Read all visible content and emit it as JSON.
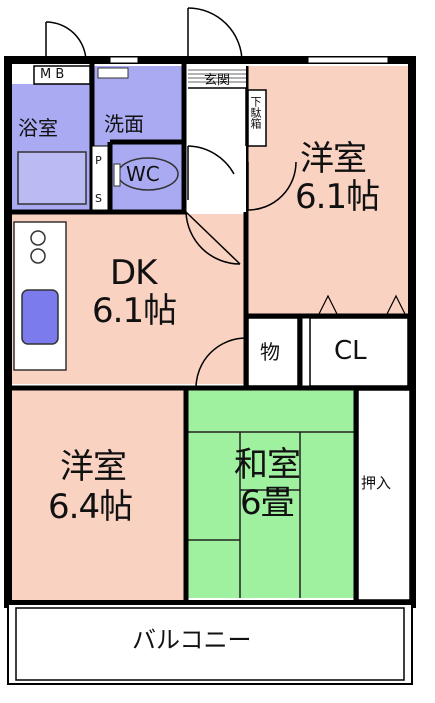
{
  "rooms": {
    "western_top": {
      "name": "洋室",
      "size": "6.1帖"
    },
    "dk": {
      "name": "DK",
      "size": "6.1帖"
    },
    "western_left": {
      "name": "洋室",
      "size": "6.4帖"
    },
    "japanese": {
      "name": "和室",
      "size": "6畳"
    },
    "bath": {
      "name": "浴室"
    },
    "washroom": {
      "name": "洗面"
    },
    "wc": {
      "name": "WC"
    },
    "entrance": {
      "name": "玄関"
    },
    "shoe_box": {
      "name": "下駄箱"
    },
    "storage": {
      "name": "物"
    },
    "closet": {
      "name": "CL"
    },
    "oshiire": {
      "name": "押入"
    },
    "balcony": {
      "name": "バルコニー"
    },
    "meter_box": {
      "name": "M B"
    },
    "pipe_space": {
      "name": "P S"
    }
  },
  "colors": {
    "western_room": "#f9d2c2",
    "wet_area": "#aaaaf2",
    "tatami": "#9ff09f",
    "wall": "#000000",
    "fixture_blue": "#7b7bee"
  }
}
